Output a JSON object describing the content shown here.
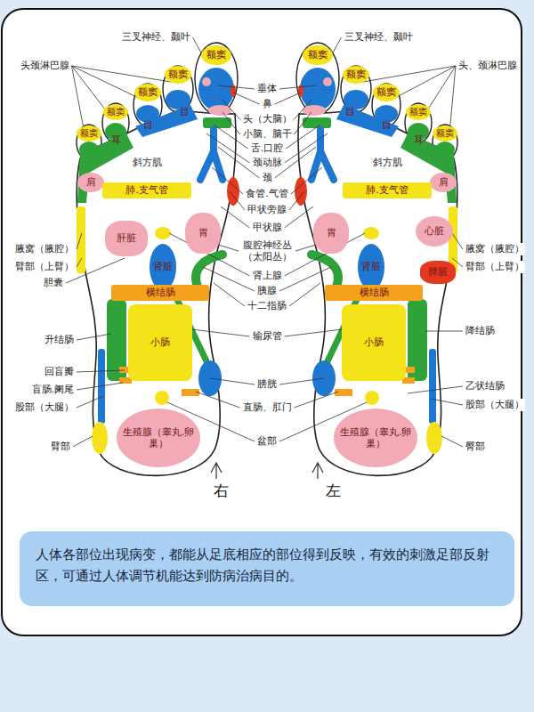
{
  "diagram": {
    "caption": "人体各部位出现病变，都能从足底相应的部位得到反映，有效的刺激足部反射区，可通过人体调节机能达到防病治病目的。",
    "nodes": [
      {
        "text": [
          "额窦"
        ]
      },
      {
        "text": [
          "额窦"
        ]
      },
      {
        "text": [
          "额窦"
        ]
      },
      {
        "text": [
          "额窦"
        ]
      },
      {
        "text": [
          "额窦"
        ]
      },
      {
        "text": [
          "额窦"
        ]
      },
      {
        "text": [
          "额窦"
        ]
      },
      {
        "text": [
          "额窦"
        ]
      },
      {
        "text": [
          "额窦"
        ]
      },
      {
        "text": [
          "额窦"
        ]
      },
      {
        "text": [
          "肩"
        ]
      },
      {
        "text": [
          "肺.支气管"
        ]
      },
      {
        "text": [
          "肩"
        ]
      },
      {
        "text": [
          "肺.支气管"
        ]
      },
      {
        "text": [
          "肝脏"
        ]
      },
      {
        "text": [
          "肾脏"
        ]
      },
      {
        "text": [
          "胃"
        ]
      },
      {
        "text": [
          "心脏"
        ]
      },
      {
        "text": [
          "胃"
        ]
      },
      {
        "text": [
          "肾脏"
        ]
      },
      {
        "text": [
          "脾脏"
        ]
      },
      {
        "text": [
          "横结肠"
        ]
      },
      {
        "text": [
          "小肠"
        ]
      },
      {
        "text": [
          "横结肠"
        ]
      },
      {
        "text": [
          "小肠"
        ]
      },
      {
        "text": [
          "生殖腺（睾丸.卵巢）"
        ]
      },
      {
        "text": [
          "生殖腺（睾丸.卵巢）"
        ]
      }
    ],
    "labels": [
      "三叉神经、颞叶",
      "三叉神经、颞叶",
      "头颈淋巴腺",
      "头、颈淋巴腺",
      "垂体",
      "鼻",
      "头（大脑）",
      "小脑、脑干",
      "舌.口腔",
      "颈动脉",
      "颈",
      "食管.气管",
      "甲状旁腺",
      "甲状腺",
      "腹腔神经丛（太阳丛）",
      "肾上腺",
      "胰腺",
      "十二指肠",
      "输尿管",
      "膀胱",
      "直肠、肛门",
      "盆部",
      "目",
      "目",
      "耳",
      "目",
      "目",
      "耳",
      "斜方肌",
      "斜方肌",
      "腋窝（腋腔）",
      "臂部（上臂）",
      "胆囊",
      "升结肠",
      "回盲瓣",
      "盲肠.阑尾",
      "股部（大腿）",
      "臂部",
      "腋窝（腋腔）",
      "臂部（上臂）",
      "降结肠",
      "乙状结肠",
      "股部（大腿）",
      "臀部",
      "右",
      "左"
    ]
  }
}
